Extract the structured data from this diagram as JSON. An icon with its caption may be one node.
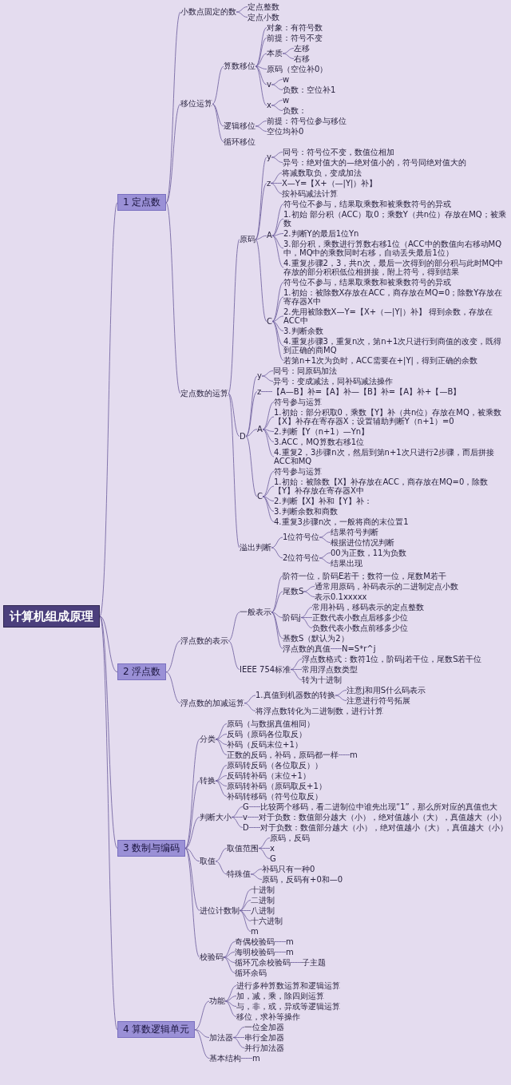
{
  "diagram": {
    "nodes": [
      {
        "text": [
          "计算机组成原理"
        ]
      },
      {
        "text": [
          "1 定点数"
        ]
      },
      {
        "text": [
          "小数点固定的数"
        ]
      },
      {
        "text": [
          "定点整数"
        ]
      },
      {
        "text": [
          "定点小数"
        ]
      },
      {
        "text": [
          "移位运算"
        ]
      },
      {
        "text": [
          "算数移位"
        ]
      },
      {
        "text": [
          "对象：有符号数"
        ]
      },
      {
        "text": [
          "前提：符号不变"
        ]
      },
      {
        "text": [
          "本质"
        ]
      },
      {
        "text": [
          "左移"
        ]
      },
      {
        "text": [
          "右移"
        ]
      },
      {
        "text": [
          "原码（空位补0）"
        ]
      },
      {
        "text": [
          "v"
        ]
      },
      {
        "text": [
          "w"
        ]
      },
      {
        "text": [
          "负数：空位补1"
        ]
      },
      {
        "text": [
          "x"
        ]
      },
      {
        "text": [
          "w"
        ]
      },
      {
        "text": [
          "负数："
        ]
      },
      {
        "text": [
          "逻辑移位"
        ]
      },
      {
        "text": [
          "前提：符号位参与移位"
        ]
      },
      {
        "text": [
          "空位均补0"
        ]
      },
      {
        "text": [
          "循环移位"
        ]
      },
      {
        "text": [
          "定点数的运算"
        ]
      },
      {
        "text": [
          "原码"
        ]
      },
      {
        "text": [
          "y"
        ]
      },
      {
        "text": [
          "同号：符号位不变，数值位相加"
        ]
      },
      {
        "text": [
          "异号：绝对值大的—绝对值小的，符号同绝对值大的"
        ]
      },
      {
        "text": [
          "z"
        ]
      },
      {
        "text": [
          "将减数取负，变成加法"
        ]
      },
      {
        "text": [
          "X—Y=【X+（—|Y|）补】"
        ]
      },
      {
        "text": [
          "按补码减法计算"
        ]
      },
      {
        "text": [
          "A"
        ]
      },
      {
        "text": [
          "符号位不参与，结果取乘数和被乘数符号的异或"
        ]
      },
      {
        "text": [
          "1.初始 部分积（ACC）取0；乘数Y（共n位）存放在MQ；被乘数"
        ]
      },
      {
        "text": [
          "2.判断Y的最后1位Yn"
        ]
      },
      {
        "text": [
          "3.部分积，乘数进行算数右移1位（ACC中的数值向右移动MQ中，MQ中的乘数同时右移，自动丢失最后1位）"
        ]
      },
      {
        "text": [
          "4.重复步骤2，3，共n次，最后一次得到的部分积与此时MQ中存放的部分积积低位相拼接，附上符号，得到结果"
        ]
      },
      {
        "text": [
          "C"
        ]
      },
      {
        "text": [
          "符号位不参与，结果取乘数和被乘数符号的异或"
        ]
      },
      {
        "text": [
          "1.初始：被除数X存放在ACC，商存放在MQ=0；除数Y存放在寄存器X中"
        ]
      },
      {
        "text": [
          "2.先用被除数X—Y=【X+（—|Y|）补】 得到余数，存放在ACC中"
        ]
      },
      {
        "text": [
          "3.判断余数"
        ]
      },
      {
        "text": [
          "4.重复步骤3，重复n次，第n+1次只进行到商值的改变，既得到正确的商MQ"
        ]
      },
      {
        "text": [
          "若第n+1次为负时，ACC需要在+|Y|，得到正确的余数"
        ]
      },
      {
        "text": [
          "D"
        ]
      },
      {
        "text": [
          "y"
        ]
      },
      {
        "text": [
          "同号：同原码加法"
        ]
      },
      {
        "text": [
          "异号：变成减法，同补码减法操作"
        ]
      },
      {
        "text": [
          "z"
        ]
      },
      {
        "text": [
          "【A—B】补=【A】补—【B】补=【A】补+【—B】"
        ]
      },
      {
        "text": [
          "A"
        ]
      },
      {
        "text": [
          "符号参与运算"
        ]
      },
      {
        "text": [
          "1.初始：部分积取0，乘数【Y】补（共n位）存放在MQ，被乘数【X】补存在寄存器X；设置辅助判断Y（n+1）=0"
        ]
      },
      {
        "text": [
          "2.判断【Y（n+1）—Yn】"
        ]
      },
      {
        "text": [
          "3.ACC，MQ算数右移1位"
        ]
      },
      {
        "text": [
          "4.重复2，3步骤n次，然后到第n+1次只进行2步骤，而后拼接ACC和MQ"
        ]
      },
      {
        "text": [
          "C"
        ]
      },
      {
        "text": [
          "符号参与运算"
        ]
      },
      {
        "text": [
          "1.初始：被除数【X】补存放在ACC，商存放在MQ=0，除数【Y】补存放在寄存器X中"
        ]
      },
      {
        "text": [
          "2.判断【X】补和【Y】补："
        ]
      },
      {
        "text": [
          "3.判断余数和商数"
        ]
      },
      {
        "text": [
          "4.重复3步骤n次，一般将商的末位置1"
        ]
      },
      {
        "text": [
          "溢出判断"
        ]
      },
      {
        "text": [
          "1位符号位"
        ]
      },
      {
        "text": [
          "结果符号判断"
        ]
      },
      {
        "text": [
          "根据进位情况判断"
        ]
      },
      {
        "text": [
          "2位符号位"
        ]
      },
      {
        "text": [
          "00为正数，11为负数"
        ]
      },
      {
        "text": [
          "结果出现"
        ]
      },
      {
        "text": [
          "2 浮点数"
        ]
      },
      {
        "text": [
          "浮点数的表示"
        ]
      },
      {
        "text": [
          "一般表示"
        ]
      },
      {
        "text": [
          "阶符一位，阶码E若干；数符一位，尾数M若干"
        ]
      },
      {
        "text": [
          "尾数S"
        ]
      },
      {
        "text": [
          "通常用原码，补码表示的二进制定点小数"
        ]
      },
      {
        "text": [
          "表示0.1xxxxx"
        ]
      },
      {
        "text": [
          "阶码j"
        ]
      },
      {
        "text": [
          "常用补码，移码表示的定点整数"
        ]
      },
      {
        "text": [
          "正数代表小数点后移多少位"
        ]
      },
      {
        "text": [
          "负数代表小数点前移多少位"
        ]
      },
      {
        "text": [
          "基数S（默认为2）"
        ]
      },
      {
        "text": [
          "浮点数的真值"
        ]
      },
      {
        "text": [
          "N=S*r^j"
        ]
      },
      {
        "text": [
          "IEEE 754标准"
        ]
      },
      {
        "text": [
          "浮点数格式：数符1位，阶码j若干位，尾数S若干位"
        ]
      },
      {
        "text": [
          "常用浮点数类型"
        ]
      },
      {
        "text": [
          "转为十进制"
        ]
      },
      {
        "text": [
          "浮点数的加减运算"
        ]
      },
      {
        "text": [
          "1.真值到机器数的转换"
        ]
      },
      {
        "text": [
          "注意j和用S什么码表示"
        ]
      },
      {
        "text": [
          "注意进行符号拓展"
        ]
      },
      {
        "text": [
          "将浮点数转化为二进制数，进行计算"
        ]
      },
      {
        "text": [
          "3 数制与编码"
        ]
      },
      {
        "text": [
          "分类"
        ]
      },
      {
        "text": [
          "原码（与数据真值相同）"
        ]
      },
      {
        "text": [
          "反码（原码各位取反）"
        ]
      },
      {
        "text": [
          "补码（反码末位+1）"
        ]
      },
      {
        "text": [
          "正数的反码，补码，原码都一样"
        ]
      },
      {
        "text": [
          "m"
        ]
      },
      {
        "text": [
          "转换"
        ]
      },
      {
        "text": [
          "原码转反码（各位取反））"
        ]
      },
      {
        "text": [
          "反码转补码（末位+1）"
        ]
      },
      {
        "text": [
          "原码转补码（原码取反+1）"
        ]
      },
      {
        "text": [
          "补码转移码（符号位取反）"
        ]
      },
      {
        "text": [
          "判断大小"
        ]
      },
      {
        "text": [
          "G"
        ]
      },
      {
        "text": [
          "比较两个移码，看二进制位中谁先出现“1”，那么所对应的真值也大"
        ]
      },
      {
        "text": [
          "v"
        ]
      },
      {
        "text": [
          "对于负数：数值部分越大（小），绝对值越小（大），真值越大（小）"
        ]
      },
      {
        "text": [
          "D"
        ]
      },
      {
        "text": [
          "对于负数：数值部分越大（小），绝对值越小（大），真值越大（小）"
        ]
      },
      {
        "text": [
          "取值"
        ]
      },
      {
        "text": [
          "取值范围"
        ]
      },
      {
        "text": [
          "原码，反码"
        ]
      },
      {
        "text": [
          "x"
        ]
      },
      {
        "text": [
          "G"
        ]
      },
      {
        "text": [
          "特殊值"
        ]
      },
      {
        "text": [
          "补码只有一种0"
        ]
      },
      {
        "text": [
          "原码，反码有+0和—0"
        ]
      },
      {
        "text": [
          "进位计数制"
        ]
      },
      {
        "text": [
          "十进制"
        ]
      },
      {
        "text": [
          "二进制"
        ]
      },
      {
        "text": [
          "八进制"
        ]
      },
      {
        "text": [
          "十六进制"
        ]
      },
      {
        "text": [
          "m"
        ]
      },
      {
        "text": [
          "校验码"
        ]
      },
      {
        "text": [
          "奇偶校验码"
        ]
      },
      {
        "text": [
          "m"
        ]
      },
      {
        "text": [
          "海明校验码"
        ]
      },
      {
        "text": [
          "m"
        ]
      },
      {
        "text": [
          "循环冗余校验码"
        ]
      },
      {
        "text": [
          "子主题"
        ]
      },
      {
        "text": [
          "循环余码"
        ]
      },
      {
        "text": [
          "4 算数逻辑单元"
        ]
      },
      {
        "text": [
          "功能"
        ]
      },
      {
        "text": [
          "进行多种算数运算和逻辑运算"
        ]
      },
      {
        "text": [
          "加，减，乘，除四则运算"
        ]
      },
      {
        "text": [
          "与，非，或，异或等逻辑运算"
        ]
      },
      {
        "text": [
          "移位，求补等操作"
        ]
      },
      {
        "text": [
          "加法器"
        ]
      },
      {
        "text": [
          "一位全加器"
        ]
      },
      {
        "text": [
          "串行全加器"
        ]
      },
      {
        "text": [
          "并行加法器"
        ]
      },
      {
        "text": [
          "基本结构"
        ]
      },
      {
        "text": [
          "m"
        ]
      }
    ],
    "edges": [
      {
        "from": 0,
        "to": 1,
        "arrow": "none"
      },
      {
        "from": 1,
        "to": 2,
        "arrow": "none"
      },
      {
        "from": 2,
        "to": 3,
        "arrow": "none"
      },
      {
        "from": 2,
        "to": 4,
        "arrow": "none"
      },
      {
        "from": 1,
        "to": 5,
        "arrow": "none"
      },
      {
        "from": 5,
        "to": 6,
        "arrow": "none"
      },
      {
        "from": 6,
        "to": 7,
        "arrow": "none"
      },
      {
        "from": 6,
        "to": 8,
        "arrow": "none"
      },
      {
        "from": 6,
        "to": 9,
        "arrow": "none"
      },
      {
        "from": 9,
        "to": 10,
        "arrow": "none"
      },
      {
        "from": 9,
        "to": 11,
        "arrow": "none"
      },
      {
        "from": 6,
        "to": 12,
        "arrow": "none"
      },
      {
        "from": 6,
        "to": 13,
        "arrow": "none"
      },
      {
        "from": 13,
        "to": 14,
        "arrow": "none"
      },
      {
        "from": 13,
        "to": 15,
        "arrow": "none"
      },
      {
        "from": 6,
        "to": 16,
        "arrow": "none"
      },
      {
        "from": 16,
        "to": 17,
        "arrow": "none"
      },
      {
        "from": 16,
        "to": 18,
        "arrow": "none"
      },
      {
        "from": 5,
        "to": 19,
        "arrow": "none"
      },
      {
        "from": 19,
        "to": 20,
        "arrow": "none"
      },
      {
        "from": 19,
        "to": 21,
        "arrow": "none"
      },
      {
        "from": 5,
        "to": 22,
        "arrow": "none"
      },
      {
        "from": 1,
        "to": 23,
        "arrow": "none"
      },
      {
        "from": 23,
        "to": 24,
        "arrow": "none"
      },
      {
        "from": 24,
        "to": 25,
        "arrow": "none"
      },
      {
        "from": 25,
        "to": 26,
        "arrow": "none"
      },
      {
        "from": 25,
        "to": 27,
        "arrow": "none"
      },
      {
        "from": 24,
        "to": 28,
        "arrow": "none"
      },
      {
        "from": 28,
        "to": 29,
        "arrow": "none"
      },
      {
        "from": 28,
        "to": 30,
        "arrow": "none"
      },
      {
        "from": 28,
        "to": 31,
        "arrow": "none"
      },
      {
        "from": 24,
        "to": 32,
        "arrow": "none"
      },
      {
        "from": 32,
        "to": 33,
        "arrow": "none"
      },
      {
        "from": 32,
        "to": 34,
        "arrow": "none"
      },
      {
        "from": 32,
        "to": 35,
        "arrow": "none"
      },
      {
        "from": 32,
        "to": 36,
        "arrow": "none"
      },
      {
        "from": 32,
        "to": 37,
        "arrow": "none"
      },
      {
        "from": 24,
        "to": 38,
        "arrow": "none"
      },
      {
        "from": 38,
        "to": 39,
        "arrow": "none"
      },
      {
        "from": 38,
        "to": 40,
        "arrow": "none"
      },
      {
        "from": 38,
        "to": 41,
        "arrow": "none"
      },
      {
        "from": 38,
        "to": 42,
        "arrow": "none"
      },
      {
        "from": 38,
        "to": 43,
        "arrow": "none"
      },
      {
        "from": 38,
        "to": 44,
        "arrow": "none"
      },
      {
        "from": 23,
        "to": 45,
        "arrow": "none"
      },
      {
        "from": 45,
        "to": 46,
        "arrow": "none"
      },
      {
        "from": 46,
        "to": 47,
        "arrow": "none"
      },
      {
        "from": 46,
        "to": 48,
        "arrow": "none"
      },
      {
        "from": 45,
        "to": 49,
        "arrow": "none"
      },
      {
        "from": 49,
        "to": 50,
        "arrow": "none"
      },
      {
        "from": 45,
        "to": 51,
        "arrow": "none"
      },
      {
        "from": 51,
        "to": 52,
        "arrow": "none"
      },
      {
        "from": 51,
        "to": 53,
        "arrow": "none"
      },
      {
        "from": 51,
        "to": 54,
        "arrow": "none"
      },
      {
        "from": 51,
        "to": 55,
        "arrow": "none"
      },
      {
        "from": 51,
        "to": 56,
        "arrow": "none"
      },
      {
        "from": 45,
        "to": 57,
        "arrow": "none"
      },
      {
        "from": 57,
        "to": 58,
        "arrow": "none"
      },
      {
        "from": 57,
        "to": 59,
        "arrow": "none"
      },
      {
        "from": 57,
        "to": 60,
        "arrow": "none"
      },
      {
        "from": 57,
        "to": 61,
        "arrow": "none"
      },
      {
        "from": 57,
        "to": 62,
        "arrow": "none"
      },
      {
        "from": 23,
        "to": 63,
        "arrow": "none"
      },
      {
        "from": 63,
        "to": 64,
        "arrow": "none"
      },
      {
        "from": 64,
        "to": 65,
        "arrow": "none"
      },
      {
        "from": 64,
        "to": 66,
        "arrow": "none"
      },
      {
        "from": 63,
        "to": 67,
        "arrow": "none"
      },
      {
        "from": 67,
        "to": 68,
        "arrow": "none"
      },
      {
        "from": 67,
        "to": 69,
        "arrow": "none"
      },
      {
        "from": 0,
        "to": 70,
        "arrow": "none"
      },
      {
        "from": 70,
        "to": 71,
        "arrow": "none"
      },
      {
        "from": 71,
        "to": 72,
        "arrow": "none"
      },
      {
        "from": 72,
        "to": 73,
        "arrow": "none"
      },
      {
        "from": 72,
        "to": 74,
        "arrow": "none"
      },
      {
        "from": 74,
        "to": 75,
        "arrow": "none"
      },
      {
        "from": 74,
        "to": 76,
        "arrow": "none"
      },
      {
        "from": 72,
        "to": 77,
        "arrow": "none"
      },
      {
        "from": 77,
        "to": 78,
        "arrow": "none"
      },
      {
        "from": 77,
        "to": 79,
        "arrow": "none"
      },
      {
        "from": 77,
        "to": 80,
        "arrow": "none"
      },
      {
        "from": 72,
        "to": 81,
        "arrow": "none"
      },
      {
        "from": 72,
        "to": 82,
        "arrow": "none"
      },
      {
        "from": 82,
        "to": 83,
        "arrow": "none"
      },
      {
        "from": 71,
        "to": 84,
        "arrow": "none"
      },
      {
        "from": 84,
        "to": 85,
        "arrow": "none"
      },
      {
        "from": 84,
        "to": 86,
        "arrow": "none"
      },
      {
        "from": 84,
        "to": 87,
        "arrow": "none"
      },
      {
        "from": 70,
        "to": 88,
        "arrow": "none"
      },
      {
        "from": 88,
        "to": 89,
        "arrow": "none"
      },
      {
        "from": 89,
        "to": 90,
        "arrow": "none"
      },
      {
        "from": 89,
        "to": 91,
        "arrow": "none"
      },
      {
        "from": 88,
        "to": 92,
        "arrow": "none"
      },
      {
        "from": 0,
        "to": 93,
        "arrow": "none"
      },
      {
        "from": 93,
        "to": 94,
        "arrow": "none"
      },
      {
        "from": 94,
        "to": 95,
        "arrow": "none"
      },
      {
        "from": 94,
        "to": 96,
        "arrow": "none"
      },
      {
        "from": 94,
        "to": 97,
        "arrow": "none"
      },
      {
        "from": 94,
        "to": 98,
        "arrow": "none"
      },
      {
        "from": 98,
        "to": 99,
        "arrow": "none"
      },
      {
        "from": 93,
        "to": 100,
        "arrow": "none"
      },
      {
        "from": 100,
        "to": 101,
        "arrow": "none"
      },
      {
        "from": 100,
        "to": 102,
        "arrow": "none"
      },
      {
        "from": 100,
        "to": 103,
        "arrow": "none"
      },
      {
        "from": 100,
        "to": 104,
        "arrow": "none"
      },
      {
        "from": 93,
        "to": 105,
        "arrow": "none"
      },
      {
        "from": 105,
        "to": 106,
        "arrow": "none"
      },
      {
        "from": 106,
        "to": 107,
        "arrow": "none"
      },
      {
        "from": 105,
        "to": 108,
        "arrow": "none"
      },
      {
        "from": 108,
        "to": 109,
        "arrow": "none"
      },
      {
        "from": 105,
        "to": 110,
        "arrow": "none"
      },
      {
        "from": 110,
        "to": 111,
        "arrow": "none"
      },
      {
        "from": 93,
        "to": 112,
        "arrow": "none"
      },
      {
        "from": 112,
        "to": 113,
        "arrow": "none"
      },
      {
        "from": 113,
        "to": 114,
        "arrow": "none"
      },
      {
        "from": 113,
        "to": 115,
        "arrow": "none"
      },
      {
        "from": 113,
        "to": 116,
        "arrow": "none"
      },
      {
        "from": 112,
        "to": 117,
        "arrow": "none"
      },
      {
        "from": 117,
        "to": 118,
        "arrow": "none"
      },
      {
        "from": 117,
        "to": 119,
        "arrow": "none"
      },
      {
        "from": 93,
        "to": 120,
        "arrow": "none"
      },
      {
        "from": 120,
        "to": 121,
        "arrow": "none"
      },
      {
        "from": 120,
        "to": 122,
        "arrow": "none"
      },
      {
        "from": 120,
        "to": 123,
        "arrow": "none"
      },
      {
        "from": 120,
        "to": 124,
        "arrow": "none"
      },
      {
        "from": 120,
        "to": 125,
        "arrow": "none"
      },
      {
        "from": 93,
        "to": 126,
        "arrow": "none"
      },
      {
        "from": 126,
        "to": 127,
        "arrow": "none"
      },
      {
        "from": 127,
        "to": 128,
        "arrow": "none"
      },
      {
        "from": 126,
        "to": 129,
        "arrow": "none"
      },
      {
        "from": 129,
        "to": 130,
        "arrow": "none"
      },
      {
        "from": 126,
        "to": 131,
        "arrow": "none"
      },
      {
        "from": 131,
        "to": 132,
        "arrow": "none"
      },
      {
        "from": 126,
        "to": 133,
        "arrow": "none"
      },
      {
        "from": 0,
        "to": 134,
        "arrow": "none"
      },
      {
        "from": 134,
        "to": 135,
        "arrow": "none"
      },
      {
        "from": 135,
        "to": 136,
        "arrow": "none"
      },
      {
        "from": 135,
        "to": 137,
        "arrow": "none"
      },
      {
        "from": 135,
        "to": 138,
        "arrow": "none"
      },
      {
        "from": 135,
        "to": 139,
        "arrow": "none"
      },
      {
        "from": 134,
        "to": 140,
        "arrow": "none"
      },
      {
        "from": 140,
        "to": 141,
        "arrow": "none"
      },
      {
        "from": 140,
        "to": 142,
        "arrow": "none"
      },
      {
        "from": 140,
        "to": 143,
        "arrow": "none"
      },
      {
        "from": 134,
        "to": 144,
        "arrow": "none"
      },
      {
        "from": 144,
        "to": 145,
        "arrow": "none"
      }
    ]
  }
}
